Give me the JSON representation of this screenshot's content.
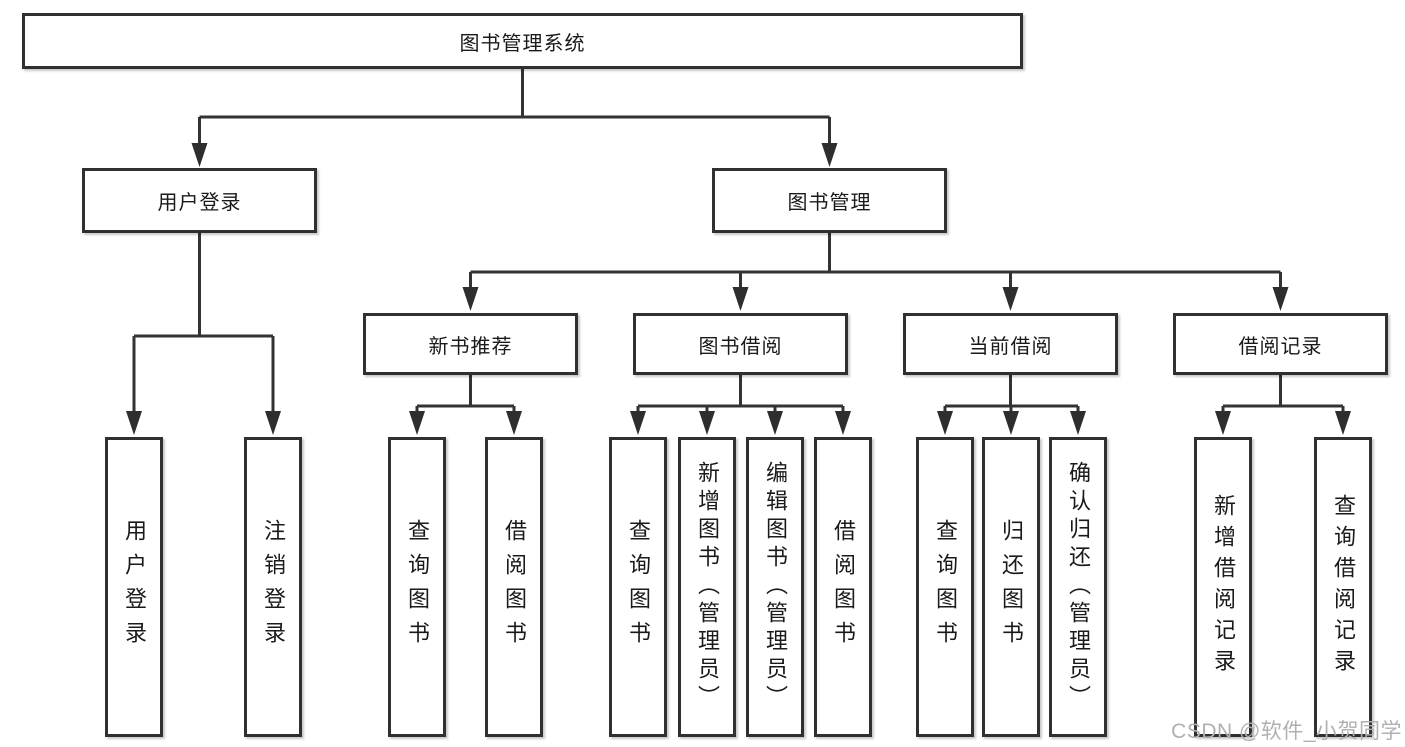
{
  "root": {
    "label": "图书管理系统"
  },
  "login": {
    "label": "用户登录",
    "children": [
      "用户登录",
      "注销登录"
    ]
  },
  "management": {
    "label": "图书管理",
    "modules": [
      {
        "label": "新书推荐",
        "children": [
          "查询图书",
          "借阅图书"
        ]
      },
      {
        "label": "图书借阅",
        "children": [
          "查询图书",
          "新增图书（管理员）",
          "编辑图书（管理员）",
          "借阅图书"
        ]
      },
      {
        "label": "当前借阅",
        "children": [
          "查询图书",
          "归还图书",
          "确认归还（管理员）"
        ]
      },
      {
        "label": "借阅记录",
        "children": [
          "新增借阅记录",
          "查询借阅记录"
        ]
      }
    ]
  },
  "watermark": {
    "text": "CSDN @软件_小贺同学"
  },
  "colors": {
    "line": "#333333",
    "box_border": "#303030",
    "box_fill": "#ffffff",
    "text": "#1a1a1a",
    "watermark": "#b0b0b0"
  }
}
